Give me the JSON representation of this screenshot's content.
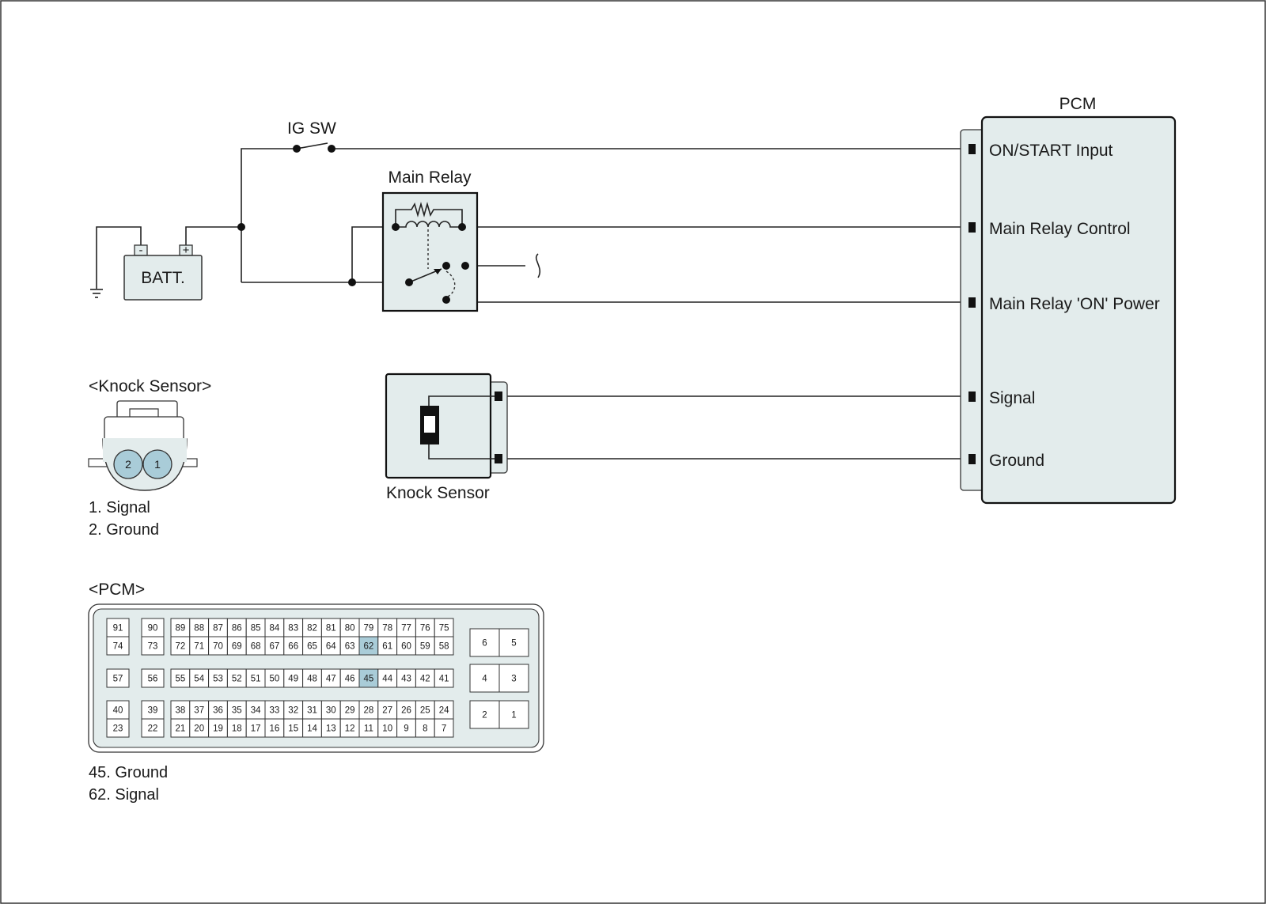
{
  "colors": {
    "module_fill": "#e3ecec",
    "highlight_pin": "#a9ccd8",
    "line": "#222222"
  },
  "schematic": {
    "ig_sw_label": "IG SW",
    "battery_label": "BATT.",
    "battery_minus": "-",
    "battery_plus": "+",
    "main_relay_label": "Main Relay",
    "pcm_label": "PCM",
    "knock_sensor_label": "Knock Sensor",
    "pcm_pins": [
      "ON/START Input",
      "Main Relay Control",
      "Main Relay 'ON' Power",
      "Signal",
      "Ground"
    ]
  },
  "knock_connector": {
    "title": "<Knock Sensor>",
    "pin_numbers": [
      "2",
      "1"
    ],
    "pins": [
      "1. Signal",
      "2. Ground"
    ]
  },
  "pcm_connector": {
    "title": "<PCM>",
    "left_small": [
      [
        "91",
        "74"
      ],
      [
        "57"
      ],
      [
        "40",
        "23"
      ]
    ],
    "left_small2": [
      [
        "90",
        "73"
      ],
      [
        "56"
      ],
      [
        "39",
        "22"
      ]
    ],
    "main_rows": [
      [
        "89",
        "88",
        "87",
        "86",
        "85",
        "84",
        "83",
        "82",
        "81",
        "80",
        "79",
        "78",
        "77",
        "76",
        "75"
      ],
      [
        "72",
        "71",
        "70",
        "69",
        "68",
        "67",
        "66",
        "65",
        "64",
        "63",
        "62",
        "61",
        "60",
        "59",
        "58"
      ],
      [
        "55",
        "54",
        "53",
        "52",
        "51",
        "50",
        "49",
        "48",
        "47",
        "46",
        "45",
        "44",
        "43",
        "42",
        "41"
      ],
      [
        "38",
        "37",
        "36",
        "35",
        "34",
        "33",
        "32",
        "31",
        "30",
        "29",
        "28",
        "27",
        "26",
        "25",
        "24"
      ],
      [
        "21",
        "20",
        "19",
        "18",
        "17",
        "16",
        "15",
        "14",
        "13",
        "12",
        "11",
        "10",
        "9",
        "8",
        "7"
      ]
    ],
    "right_block": [
      [
        "6",
        "5"
      ],
      [
        "4",
        "3"
      ],
      [
        "2",
        "1"
      ]
    ],
    "highlighted": [
      "62",
      "45"
    ],
    "pins": [
      "45. Ground",
      "62. Signal"
    ]
  }
}
